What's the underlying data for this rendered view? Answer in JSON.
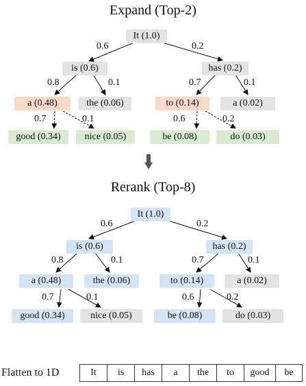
{
  "expand": {
    "title": "Expand (Top-2)",
    "nodes": {
      "root": "It (1.0)",
      "is": "is (0.6)",
      "has": "has (0.2)",
      "a1": "a (0.48)",
      "the": "the (0.06)",
      "to": "to (0.14)",
      "a2": "a (0.02)",
      "good": "good (0.34)",
      "nice": "nice (0.05)",
      "be": "be (0.08)",
      "do": "do (0.03)"
    },
    "edges": {
      "root_is": "0.6",
      "root_has": "0.2",
      "is_a": "0.8",
      "is_the": "0.1",
      "has_to": "0.7",
      "has_a": "0.1",
      "a_good": "0.7",
      "a_nice": "0.1",
      "to_be": "0.6",
      "to_do": "0.2"
    }
  },
  "rerank": {
    "title": "Rerank (Top-8)",
    "nodes": {
      "root": "It (1.0)",
      "is": "is (0.6)",
      "has": "has (0.2)",
      "a1": "a (0.48)",
      "the": "the (0.06)",
      "to": "to (0.14)",
      "a2": "a (0.02)",
      "good": "good (0.34)",
      "nice": "nice (0.05)",
      "be": "be (0.08)",
      "do": "do (0.03)"
    },
    "edges": {
      "root_is": "0.6",
      "root_has": "0.2",
      "is_a": "0.8",
      "is_the": "0.1",
      "has_to": "0.7",
      "has_a": "0.1",
      "a_good": "0.7",
      "a_nice": "0.1",
      "to_be": "0.6",
      "to_do": "0.2"
    }
  },
  "flatten": {
    "label": "Flatten to 1D",
    "tokens": [
      "It",
      "is",
      "has",
      "a",
      "the",
      "to",
      "good",
      "be"
    ]
  },
  "colors": {
    "gray": "#e3e3e3",
    "orange": "#f9d9c7",
    "green": "#d8ebd1",
    "blue": "#d5e4f5",
    "arrow": "#555555"
  }
}
